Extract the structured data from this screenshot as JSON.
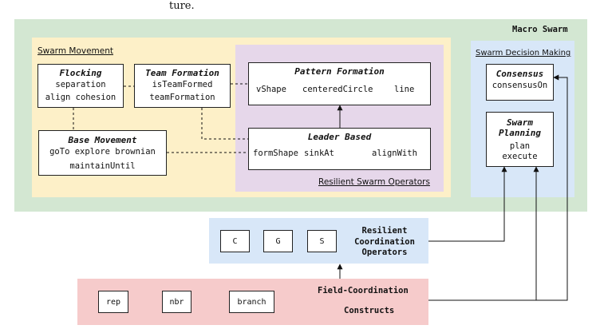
{
  "caption_fragment": "ture.",
  "colors": {
    "macro_bg": "#d3e7d2",
    "movement_bg": "#fdf0c8",
    "resilient_bg": "#e6d7ea",
    "decision_bg": "#d8e7f8",
    "coordination_bg": "#d8e7f8",
    "field_bg": "#f6cbcb"
  },
  "macro": {
    "label": "Macro Swarm"
  },
  "movement": {
    "label": "Swarm Movement",
    "flocking": {
      "title": "Flocking",
      "line1": "separation",
      "line2": "align cohesion"
    },
    "team": {
      "title": "Team Formation",
      "line1": "isTeamFormed",
      "line2": "teamFormation"
    },
    "base": {
      "title": "Base Movement",
      "line1": "goTo explore brownian",
      "line2": "maintainUntil"
    }
  },
  "resilient_ops": {
    "label": "Resilient Swarm Operators",
    "pattern": {
      "title": "Pattern Formation",
      "a": "vShape",
      "b": "centeredCircle",
      "c": "line"
    },
    "leader": {
      "title": "Leader Based",
      "a": "formShape",
      "b": "sinkAt",
      "c": "alignWith"
    }
  },
  "decision": {
    "label": "Swarm Decision Making",
    "consensus": {
      "title": "Consensus",
      "line1": "consensusOn"
    },
    "planning": {
      "title1": "Swarm",
      "title2": "Planning",
      "line1": "plan",
      "line2": "execute"
    }
  },
  "coordination": {
    "label1": "Resilient",
    "label2": "Coordination",
    "label3": "Operators",
    "items": [
      "C",
      "G",
      "S"
    ]
  },
  "field": {
    "label1": "Field-Coordination",
    "label2": "Constructs",
    "items": [
      "rep",
      "nbr",
      "branch"
    ]
  }
}
